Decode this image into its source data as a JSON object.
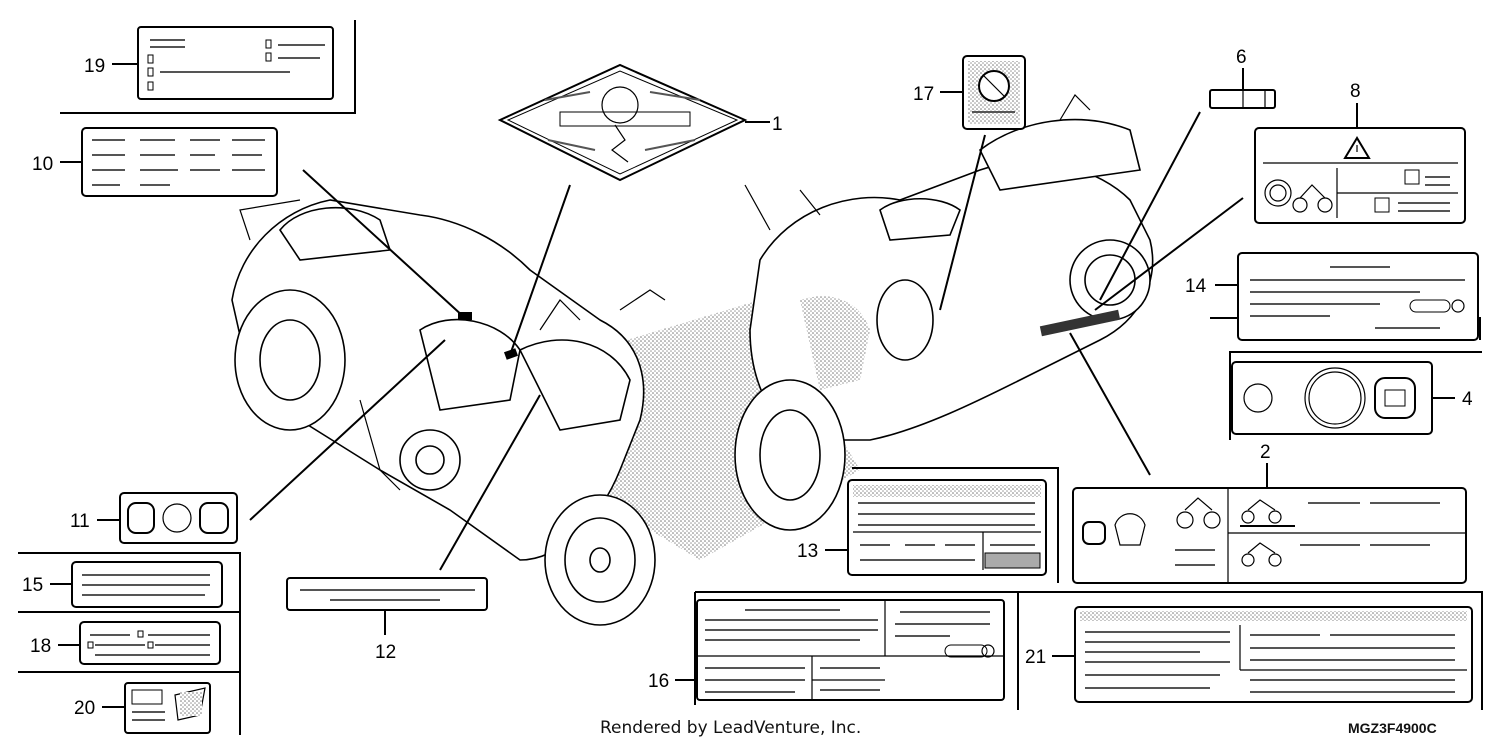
{
  "diagram": {
    "callouts": [
      "1",
      "2",
      "4",
      "6",
      "8",
      "10",
      "11",
      "12",
      "13",
      "14",
      "15",
      "16",
      "17",
      "18",
      "19",
      "20",
      "21"
    ],
    "footer_credit": "Rendered by LeadVenture, Inc.",
    "diagram_code": "MGZ3F4900C"
  }
}
